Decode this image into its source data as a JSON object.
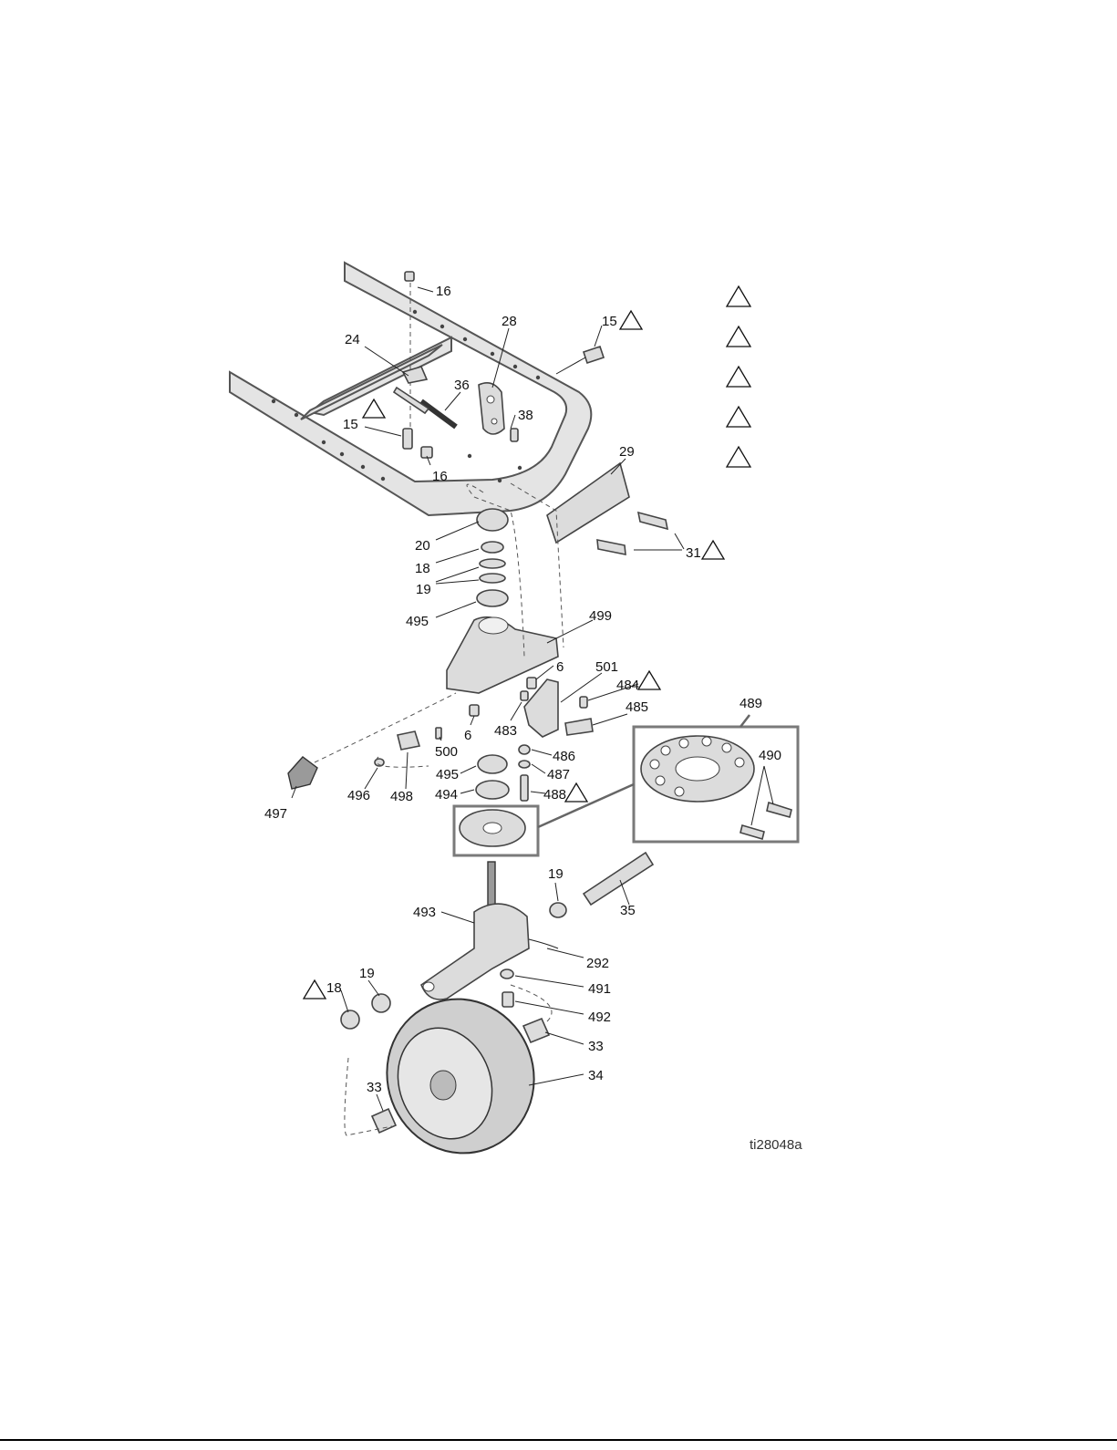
{
  "figure": {
    "id_label": "ti28048a",
    "callouts": [
      "16",
      "28",
      "15",
      "24",
      "36",
      "38",
      "15",
      "16",
      "29",
      "20",
      "18",
      "19",
      "31",
      "495",
      "499",
      "6",
      "501",
      "484",
      "485",
      "6",
      "483",
      "489",
      "500",
      "486",
      "490",
      "495",
      "487",
      "494",
      "488",
      "497",
      "496",
      "498",
      "19",
      "35",
      "493",
      "292",
      "491",
      "19",
      "18",
      "492",
      "33",
      "34",
      "33"
    ],
    "legend_triangles": 5,
    "detail_view": "489"
  }
}
